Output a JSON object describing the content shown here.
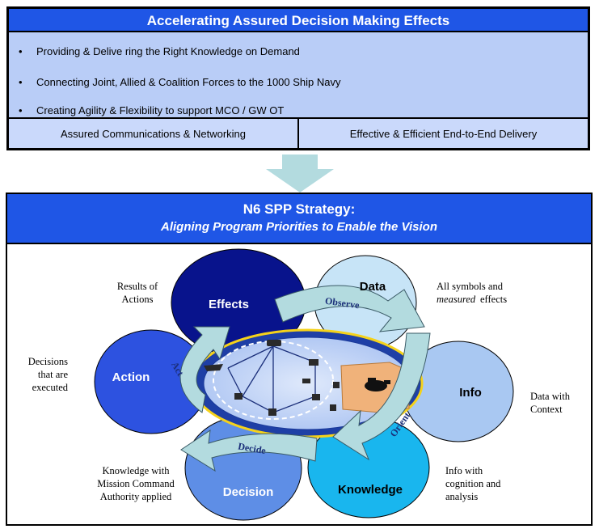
{
  "top": {
    "title": "Accelerating Assured Decision Making Effects",
    "bullet_symbol": "•",
    "bullets": [
      "Providing & Delive ring the Right Knowledge on Demand",
      "Connecting Joint, Allied & Coalition Forces to the 1000 Ship Navy",
      "Creating Agility & Flexibility to support MCO / GW OT"
    ],
    "bottom_left": "Assured Communications & Networking",
    "bottom_right": "Effective & Efficient End-to-End Delivery"
  },
  "strategy": {
    "title": "N6 SPP Strategy:",
    "subtitle": "Aligning Program Priorities to Enable the Vision"
  },
  "nodes": {
    "effects": "Effects",
    "data": "Data",
    "info": "Info",
    "knowledge": "Knowledge",
    "decision": "Decision",
    "action": "Action"
  },
  "arrows": {
    "observe": "Observe",
    "orient": "Orient",
    "decide": "Decide",
    "act": "Act"
  },
  "descriptions": {
    "effects": [
      "Results of",
      "Actions"
    ],
    "data": [
      "All symbols and",
      "measured",
      "effects"
    ],
    "info": [
      "Data with",
      "Context"
    ],
    "knowledge": [
      "Info with",
      "cognition and",
      "analysis"
    ],
    "decision": [
      "Knowledge with",
      "Mission Command",
      "Authority applied"
    ],
    "action": [
      "Decisions",
      "that are",
      "executed"
    ]
  },
  "colors": {
    "header_blue": "#1f56e6",
    "box_fill": "#b9cdf7",
    "effects": "#08138c",
    "data": "#c7e4f7",
    "info": "#a9c8f2",
    "knowledge": "#19b6ee",
    "decision": "#5e8ee6",
    "action": "#2d52e0",
    "arrow_fill": "#b3dbdf"
  }
}
